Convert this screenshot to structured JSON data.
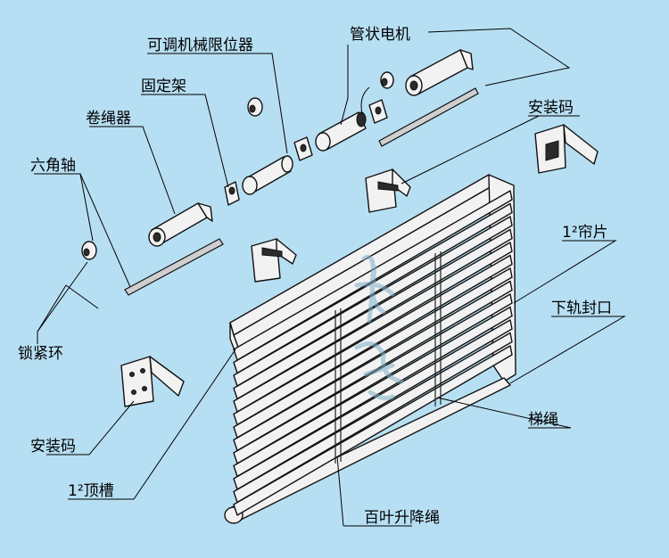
{
  "labels": {
    "hex_axis": "六角轴",
    "rope_winder": "卷绳器",
    "fixed_bracket": "固定架",
    "adjustable_limiter": "可调机械限位器",
    "tubular_motor": "管状电机",
    "mounting_clip_top": "安装码",
    "slat": "1²帘片",
    "bottom_rail_cap": "下轨封口",
    "ladder_cord": "梯绳",
    "lift_cord": "百叶升降绳",
    "top_channel": "1²顶槽",
    "mounting_clip_bottom": "安装码",
    "lock_ring": "锁紧环"
  },
  "colors": {
    "background": "#b7dff3",
    "part_fill": "#f2f2f2",
    "outline": "#111111",
    "watermark": "#7fb0c8"
  }
}
